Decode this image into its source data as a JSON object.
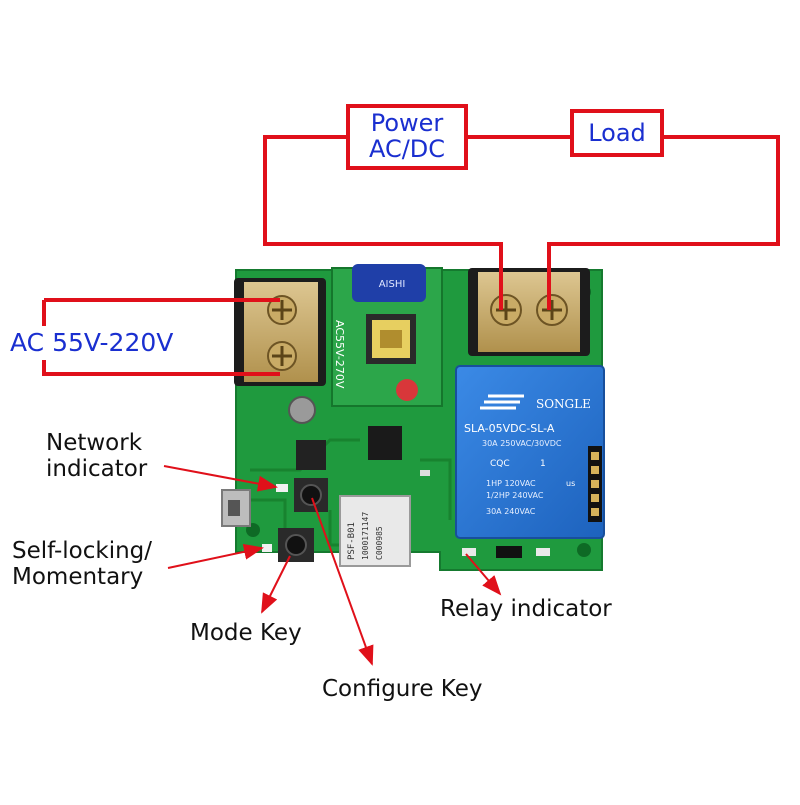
{
  "power_box": {
    "line1": "Power",
    "line2": "AC/DC"
  },
  "load_box": {
    "label": "Load"
  },
  "input_label": "AC 55V-220V",
  "callouts": {
    "network_line1": "Network",
    "network_line2": "indicator",
    "selflock_line1": "Self-locking/",
    "selflock_line2": "Momentary",
    "mode_key": "Mode Key",
    "configure_key": "Configure Key",
    "relay_indicator": "Relay indicator"
  },
  "board": {
    "power_module_text": "AC55V-270V",
    "capacitor_text": "AISHI",
    "wifi_module_line1": "PSF-B01",
    "wifi_module_line2": "1000171147",
    "wifi_module_line3": "C000985",
    "relay_brand": "SONGLE",
    "relay_model": "SLA-05VDC-SL-A",
    "relay_rating1": "30A  250VAC/30VDC",
    "relay_rating2": "1HP 120VAC",
    "relay_rating3": "1/2HP 240VAC",
    "relay_rating4": "30A  240VAC",
    "relay_cert": "CQC",
    "relay_pin": "1",
    "relay_ul": "us"
  },
  "colors": {
    "wire": "#e0101a",
    "arrow": "#e0101a",
    "board": "#1f9a3e",
    "relay": "#2a78d6",
    "label_blue": "#1a2fd0"
  }
}
